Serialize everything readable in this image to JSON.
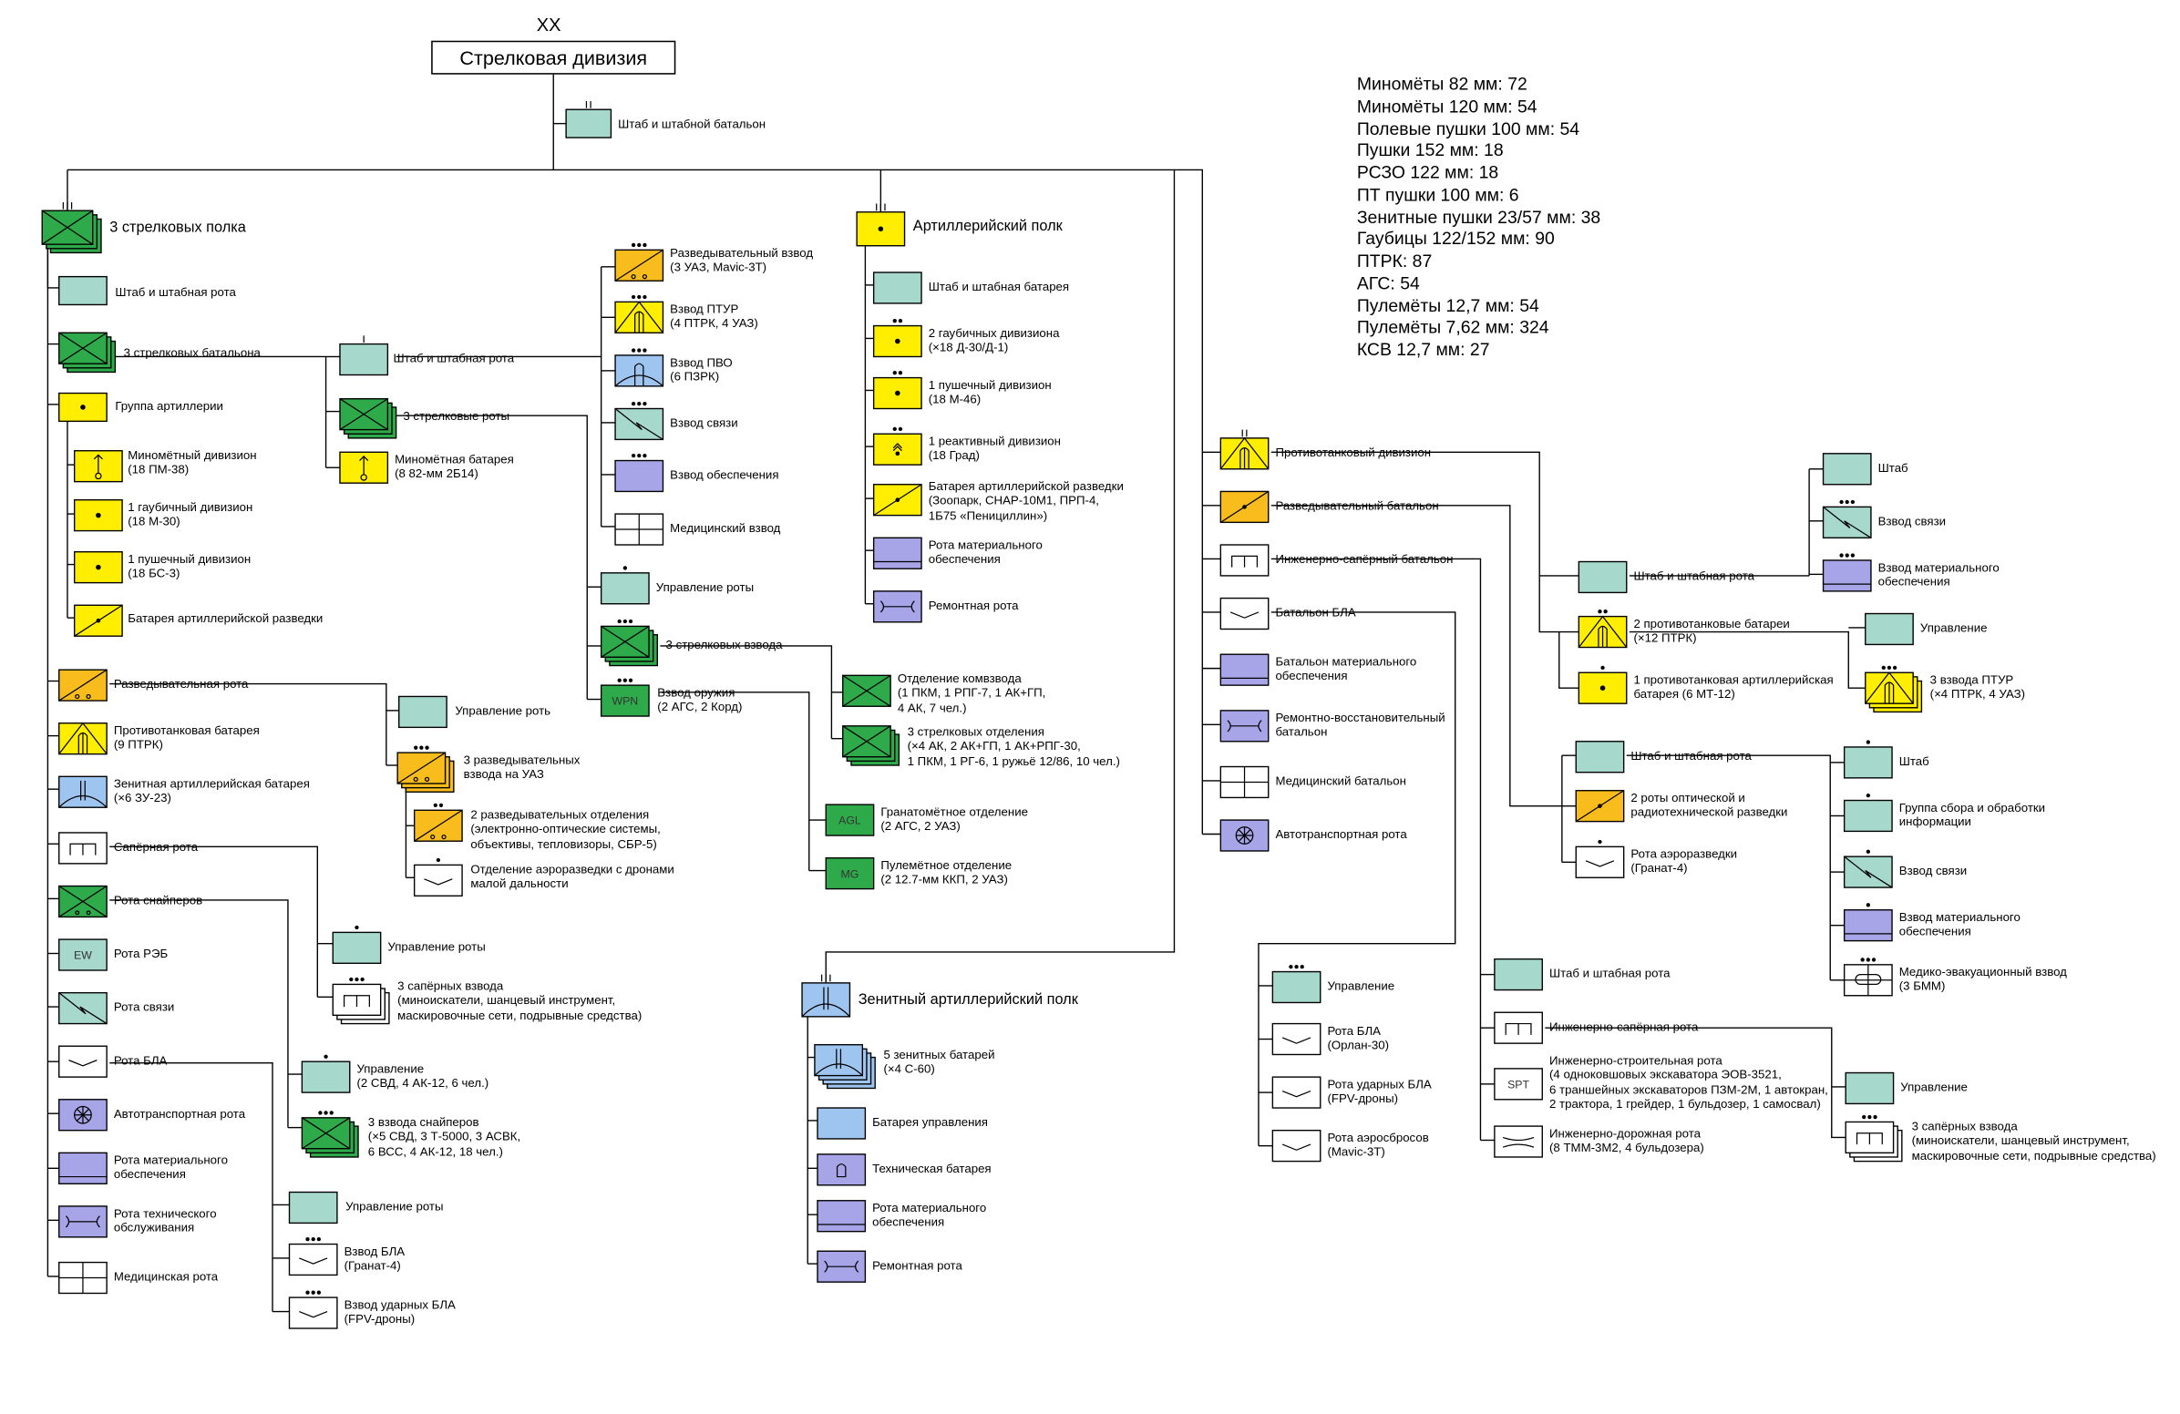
{
  "header": {
    "echelon": "XX",
    "title": "Стрелковая дивизия"
  },
  "stats": [
    "Миномёты 82 мм: 72",
    "Миномёты 120 мм: 54",
    "Полевые пушки 100 мм: 54",
    "Пушки 152 мм: 18",
    "РСЗО 122 мм: 18",
    "ПТ пушки 100 мм: 6",
    "Зенитные пушки 23/57 мм: 38",
    "Гаубицы 122/152 мм: 90",
    "ПТРК: 87",
    "АГС: 54",
    "Пулемёты 12,7 мм: 54",
    "Пулемёты 7,62 мм: 324",
    "КСВ 12,7 мм: 27"
  ],
  "colors": {
    "inf": "#2eaa4a",
    "art": "#ffee00",
    "rec": "#f8bd1d",
    "hq": "#a6d8cb",
    "ad": "#9ec5f0",
    "sup": "#a7a4e8",
    "eng": "#ffffff"
  },
  "units": {
    "div_hq": {
      "label": "Штаб и штабной батальон",
      "ech": "||"
    },
    "rifle_regts": {
      "label": "3 стрелковых полка",
      "ech": "|||"
    },
    "reg_hq": {
      "label": "Штаб и штабная рота"
    },
    "rifle_bns": {
      "label": "3 стрелковых батальона"
    },
    "art_group": {
      "label": "Группа артиллерии"
    },
    "rg_mortar_div": {
      "label": "Миномётный дивизион\n(18 ПМ-38)"
    },
    "rg_how_div": {
      "label": "1 гаубичный дивизион\n(18 М-30)"
    },
    "rg_gun_div": {
      "label": "1 пушечный дивизион\n(18 БС-3)"
    },
    "rg_art_recon": {
      "label": "Батарея артиллерийской разведки"
    },
    "rg_recon_co": {
      "label": "Разведывательная рота"
    },
    "rg_at_bty": {
      "label": "Противотанковая батарея\n(9 ПТРК)"
    },
    "rg_aa_bty": {
      "label": "Зенитная артиллерийская батарея\n(×6 ЗУ-23)"
    },
    "rg_sapper_co": {
      "label": "Сапёрная рота"
    },
    "rg_sniper_co": {
      "label": "Рота снайперов"
    },
    "rg_ew_co": {
      "label": "Рота РЭБ",
      "text": "EW"
    },
    "rg_sig_co": {
      "label": "Рота связи"
    },
    "rg_uav_co": {
      "label": "Рота БЛА"
    },
    "rg_trans_co": {
      "label": "Автотранспортная рота"
    },
    "rg_mat_co": {
      "label": "Рота материального\nобеспечения"
    },
    "rg_maint_co": {
      "label": "Рота технического\nобслуживания"
    },
    "rg_med_co": {
      "label": "Медицинская рота"
    },
    "bn_hq": {
      "label": "Штаб и штабная рота"
    },
    "bn_rifle_cos": {
      "label": "3 стрелковые роты"
    },
    "bn_mortar_bty": {
      "label": "Миномётная батарея\n(8 82-мм 2Б14)"
    },
    "hq_recon_plt": {
      "label": "Разведывательный взвод\n(3 УАЗ, Mavic-3T)"
    },
    "hq_atgm_plt": {
      "label": "Взвод ПТУР\n(4 ПТРК, 4 УАЗ)"
    },
    "hq_ad_plt": {
      "label": "Взвод ПВО\n(6 ПЗРК)"
    },
    "hq_sig_plt": {
      "label": "Взвод связи"
    },
    "hq_sup_plt": {
      "label": "Взвод обеспечения"
    },
    "hq_med_plt": {
      "label": "Медицинский взвод"
    },
    "co_hq": {
      "label": "Управление роты"
    },
    "co_rifle_plts": {
      "label": "3 стрелковых взвода"
    },
    "co_weap_plt": {
      "label": "Взвод оружия\n(2 АГС, 2 Корд)",
      "text": "WPN"
    },
    "sec_cmd": {
      "label": "Отделение комвзвода\n(1 ПКМ, 1 РПГ-7, 1 АК+ГП,\n4 АК, 7 чел.)"
    },
    "sec_rifle": {
      "label": "3 стрелковых отделения\n(×4 АК, 2 АК+ГП, 1 АК+РПГ-30,\n1 ПКМ, 1 РГ-6, 1 ружьё 12/86, 10 чел.)"
    },
    "sec_gl": {
      "label": "Гранатомётное отделение\n(2 АГС, 2 УАЗ)",
      "text": "AGL"
    },
    "sec_mg": {
      "label": "Пулемётное отделение\n(2 12.7-мм ККП, 2 УАЗ)",
      "text": "MG"
    },
    "rc_hq": {
      "label": "Управление роть"
    },
    "rc_plts": {
      "label": "3 разведывательных\nвзвода на УАЗ"
    },
    "rc_secs": {
      "label": "2 разведывательных отделения\n(электронно-оптические системы,\nобъективы, тепловизоры, СБР-5)"
    },
    "rc_uav": {
      "label": "Отделение аэроразведки с дронами\nмалой дальности"
    },
    "sp_hq": {
      "label": "Управление роты"
    },
    "sp_plts": {
      "label": "3 сапёрных взвода\n(миноискатели, шанцевый инструмент,\nмаскировочные сети, подрывные средства)"
    },
    "sn_hq": {
      "label": "Управление\n(2 СВД, 4 АК-12, 6 чел.)"
    },
    "sn_plts": {
      "label": "3 взвода снайперов\n(×5 СВД, 3 Т-5000, 3 АСВК,\n6 ВСС, 4 АК-12, 18 чел.)"
    },
    "uv_hq": {
      "label": "Управление роты"
    },
    "uv_plt": {
      "label": "Взвод БЛА\n(Гранат-4)"
    },
    "uv_strike": {
      "label": "Взвод ударных БЛА\n(FPV-дроны)"
    },
    "art_regt": {
      "label": "Артиллерийский полк",
      "ech": "|||"
    },
    "ar_hq": {
      "label": "Штаб и штабная батарея"
    },
    "ar_how": {
      "label": "2 гаубичных дивизиона\n(×18 Д-30/Д-1)"
    },
    "ar_gun": {
      "label": "1 пушечный дивизион\n(18 М-46)"
    },
    "ar_mrl": {
      "label": "1 реактивный дивизион\n(18 Град)"
    },
    "ar_recon": {
      "label": "Батарея артиллерийской разведки\n(Зоопарк, СНАР-10М1, ПРП-4,\n1Б75 «Пенициллин»)"
    },
    "ar_mat": {
      "label": "Рота материального\nобеспечения"
    },
    "ar_rep": {
      "label": "Ремонтная рота"
    },
    "aa_regt": {
      "label": "Зенитный артиллерийский полк",
      "ech": "|||"
    },
    "aa_btys": {
      "label": "5 зенитных батарей\n(×4 С-60)"
    },
    "aa_ctrl": {
      "label": "Батарея управления"
    },
    "aa_tech": {
      "label": "Техническая батарея"
    },
    "aa_mat": {
      "label": "Рота материального\nобеспечения"
    },
    "aa_rep": {
      "label": "Ремонтная рота"
    },
    "at_bn": {
      "label": "Противотанковый дивизион"
    },
    "recon_bn": {
      "label": "Разведывательный батальон"
    },
    "eng_bn": {
      "label": "Инженерно-сапёрный батальон"
    },
    "uav_bn": {
      "label": "Батальон БЛА"
    },
    "mat_bn": {
      "label": "Батальон материального\nобеспечения"
    },
    "rep_bn": {
      "label": "Ремонтно-восстановительный\nбатальон"
    },
    "med_bn": {
      "label": "Медицинский батальон"
    },
    "trans_co": {
      "label": "Автотранспортная рота"
    },
    "at_hq": {
      "label": "Штаб и штабная рота"
    },
    "at_hq_staff": {
      "label": "Штаб"
    },
    "at_hq_sig": {
      "label": "Взвод связи"
    },
    "at_hq_mat": {
      "label": "Взвод материального\nобеспечения"
    },
    "at_btys": {
      "label": "2 противотанковые батареи\n(×12 ПТРК)"
    },
    "at_bty_ctrl": {
      "label": "Управление"
    },
    "at_bty_plts": {
      "label": "3 взвода ПТУР\n(×4 ПТРК, 4 УАЗ)"
    },
    "at_art_bty": {
      "label": "1 противотанковая артиллерийская\nбатарея (6 МТ-12)"
    },
    "rb_hq": {
      "label": "Штаб и штабная рота"
    },
    "rb_staff": {
      "label": "Штаб"
    },
    "rb_collect": {
      "label": "Группа сбора и обработки\nинформации"
    },
    "rb_sig": {
      "label": "Взвод связи"
    },
    "rb_mat": {
      "label": "Взвод материального\nобеспечения"
    },
    "rb_medevac": {
      "label": "Медико-эвакуационный взвод\n(3 БММ)"
    },
    "rb_opt": {
      "label": "2 роты оптической и\nрадиотехнической разведки"
    },
    "rb_air": {
      "label": "Рота аэроразведки\n(Гранат-4)"
    },
    "eb_hq": {
      "label": "Штаб и штабная рота"
    },
    "eb_sapper": {
      "label": "Инженерно-сапёрная рота"
    },
    "eb_constr": {
      "label": "Инженерно-строительная рота\n(4 одноковшовых экскаватора ЭОВ-3521,\n6 траншейных экскаваторов ПЗМ-2М, 1 автокран,\n2 трактора, 1 грейдер, 1 бульдозер, 1 самосвал)",
      "text": "SPT"
    },
    "eb_road": {
      "label": "Инженерно-дорожная рота\n(8 ТММ-3М2, 4 бульдозера)"
    },
    "es_ctrl": {
      "label": "Управление"
    },
    "es_plts": {
      "label": "3 сапёрных взвода\n(миноискатели, шанцевый инструмент,\nмаскировочные сети, подрывные средства)"
    },
    "ub_ctrl": {
      "label": "Управление"
    },
    "ub_co": {
      "label": "Рота БЛА\n(Орлан-30)"
    },
    "ub_strike": {
      "label": "Рота ударных БЛА\n(FPV-дроны)"
    },
    "ub_drop": {
      "label": "Рота аэросбросов\n(Mavic-3T)"
    }
  }
}
